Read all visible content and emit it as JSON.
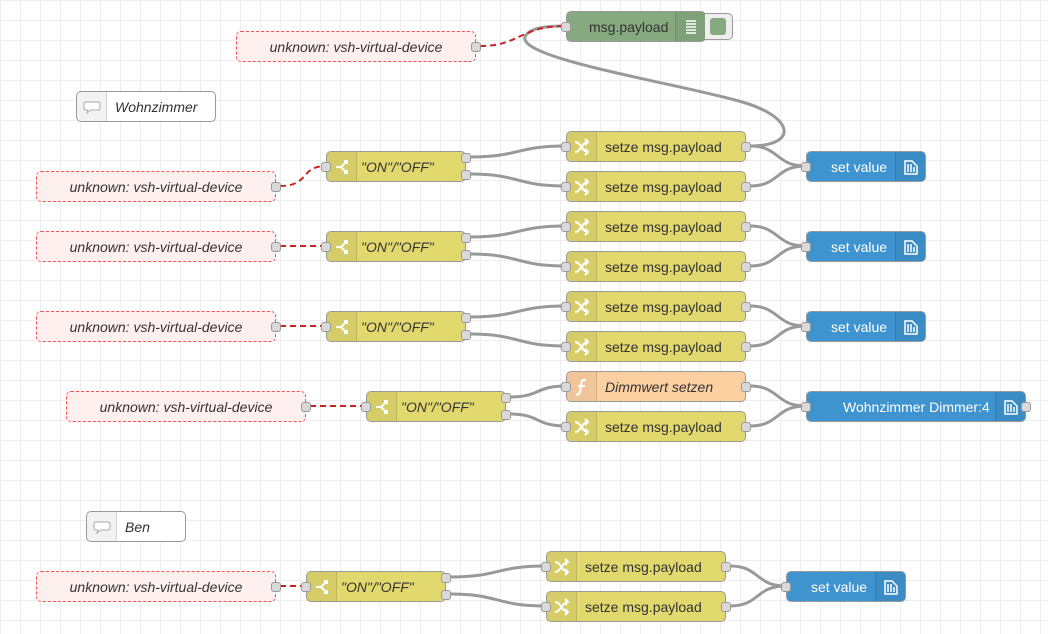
{
  "comments": {
    "wohnzimmer": "Wohnzimmer",
    "ben": "Ben"
  },
  "labels": {
    "unknown": "unknown: vsh-virtual-device",
    "switch": "\"ON\"/\"OFF\"",
    "change": "setze msg.payload",
    "set_value": "set value",
    "debug": "msg.payload",
    "function": "Dimmwert setzen",
    "dimmer": "Wohnzimmer Dimmer:4"
  },
  "icons": {
    "switch": "switch-icon",
    "change": "shuffle-icon",
    "function": "function-icon",
    "set_value": "building-icon",
    "debug": "list-icon",
    "comment": "comment-icon"
  },
  "colors": {
    "switch_change": "#e2d96e",
    "function": "#fdd0a2",
    "set_value": "#3f93cf",
    "debug": "#87a980",
    "unknown_border": "#ff4d4d",
    "unknown_fill": "#fff0f0",
    "wire": "#999999",
    "unknown_wire": "#cc2222"
  }
}
